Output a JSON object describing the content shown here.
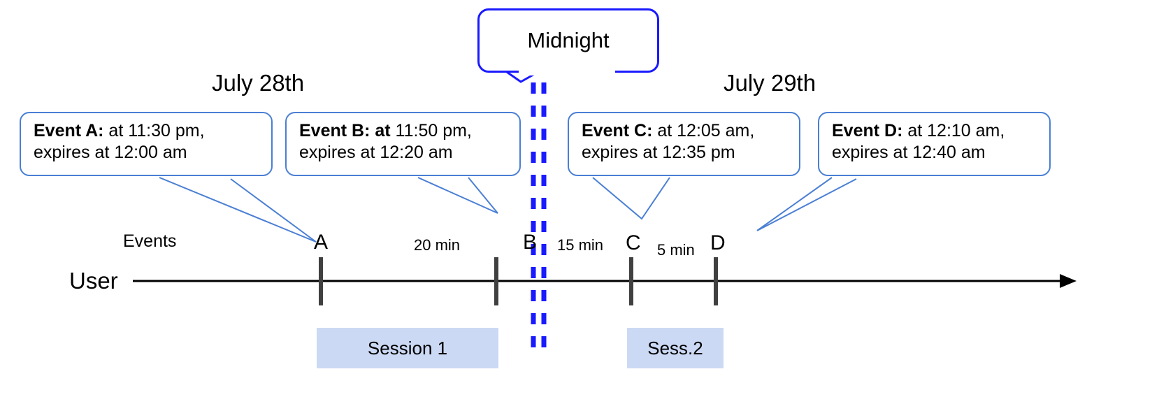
{
  "diagram": {
    "title": "Event expiry timeline across midnight",
    "colors": {
      "callout_border": "#4a7fd4",
      "midnight_border": "#1a1aff",
      "midnight_dashed_line": "#1a1aff",
      "session_fill": "#ccd9f4",
      "axis": "#000000",
      "tick": "#404040",
      "leader_line": "#4a7fd4"
    }
  },
  "midnight": {
    "label": "Midnight"
  },
  "dates": {
    "left": "July 28th",
    "right": "July 29th"
  },
  "axis": {
    "row_label": "User",
    "events_label": "Events"
  },
  "callouts": [
    {
      "id": "event-a",
      "bold": "Event A:",
      "line1_rest": " at 11:30 pm,",
      "line2": "expires at 12:00 am"
    },
    {
      "id": "event-b",
      "bold": "Event B: at",
      "line1_rest": " 11:50 pm,",
      "line2": "expires at 12:20 am"
    },
    {
      "id": "event-c",
      "bold": "Event C:",
      "line1_rest": " at 12:05 am,",
      "line2": "expires at 12:35 pm"
    },
    {
      "id": "event-d",
      "bold": "Event D:",
      "line1_rest": "  at 12:10 am,",
      "line2": "expires at 12:40 am"
    }
  ],
  "ticks": [
    {
      "id": "tick-a",
      "label": "A"
    },
    {
      "id": "tick-b",
      "label": "B"
    },
    {
      "id": "tick-c",
      "label": "C"
    },
    {
      "id": "tick-d",
      "label": "D"
    }
  ],
  "intervals": [
    {
      "id": "gap-a-b",
      "label": "20 min"
    },
    {
      "id": "gap-b-c",
      "label": "15 min"
    },
    {
      "id": "gap-c-d",
      "label": "5 min"
    }
  ],
  "sessions": [
    {
      "id": "session-1",
      "label": "Session 1"
    },
    {
      "id": "session-2",
      "label": "Sess.2"
    }
  ]
}
